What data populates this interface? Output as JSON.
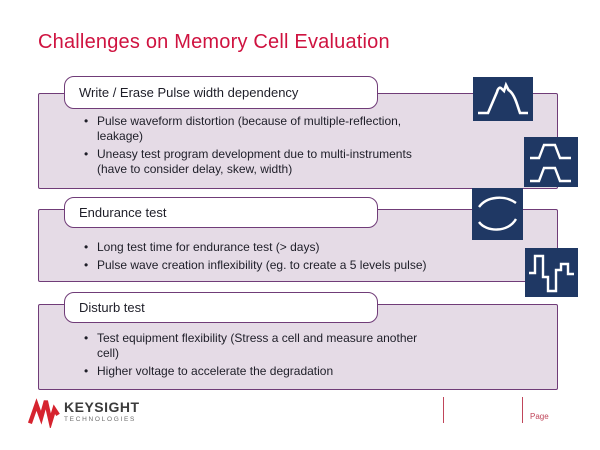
{
  "slide": {
    "title": "Challenges on Memory Cell Evaluation"
  },
  "groups": [
    {
      "header": "Write / Erase Pulse width dependency",
      "bullets": [
        "Pulse waveform distortion (because of multiple-reflection,\nleakage)",
        "Uneasy test program development due to multi-instruments\n(have to consider delay, skew, width)"
      ]
    },
    {
      "header": "Endurance test",
      "bullets": [
        "Long test time for endurance test (> days)",
        "Pulse wave creation inflexibility (eg. to create a 5 levels pulse)"
      ]
    },
    {
      "header": "Disturb test",
      "bullets": [
        "Test equipment flexibility (Stress a cell and measure another\ncell)",
        "Higher voltage to accelerate the degradation"
      ]
    }
  ],
  "icons": [
    "distorted-pulse-icon",
    "double-trapezoid-pulse-icon",
    "endurance-curves-icon",
    "multilevel-pulse-icon"
  ],
  "footer": {
    "logo_primary": "KEYSIGHT",
    "logo_secondary": "TECHNOLOGIES",
    "page_label": "Page"
  },
  "colors": {
    "title_red": "#CF1340",
    "box_fill": "#E5DBE6",
    "box_border": "#703C78",
    "icon_navy": "#1F3864",
    "text_dark": "#1E1E28",
    "keysight_red": "#D6232E",
    "footer_accent": "#C0455A"
  }
}
